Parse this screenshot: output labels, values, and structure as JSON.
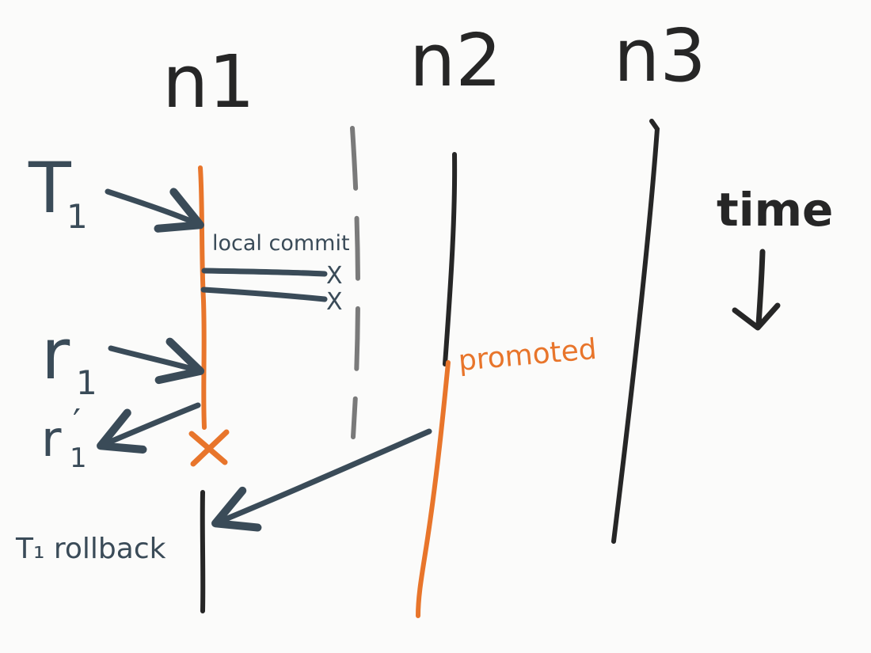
{
  "nodes": [
    "n1",
    "n2",
    "n3"
  ],
  "time_label": "time",
  "annotations": {
    "local_commit": "local commit",
    "promoted": "promoted",
    "rollback": "T₁ rollback"
  },
  "events": {
    "t1": "T",
    "t1_sub": "1",
    "r1": "r",
    "r1_sub": "1",
    "r1p": "r",
    "r1p_prime": "′",
    "r1p_sub": "1"
  },
  "marks": {
    "failed_replication": "X"
  },
  "colors": {
    "leader": "#e8752b",
    "follower": "#262626",
    "partition": "#7a7a7a",
    "message": "#3a4b58",
    "background": "#fbfbfa"
  }
}
